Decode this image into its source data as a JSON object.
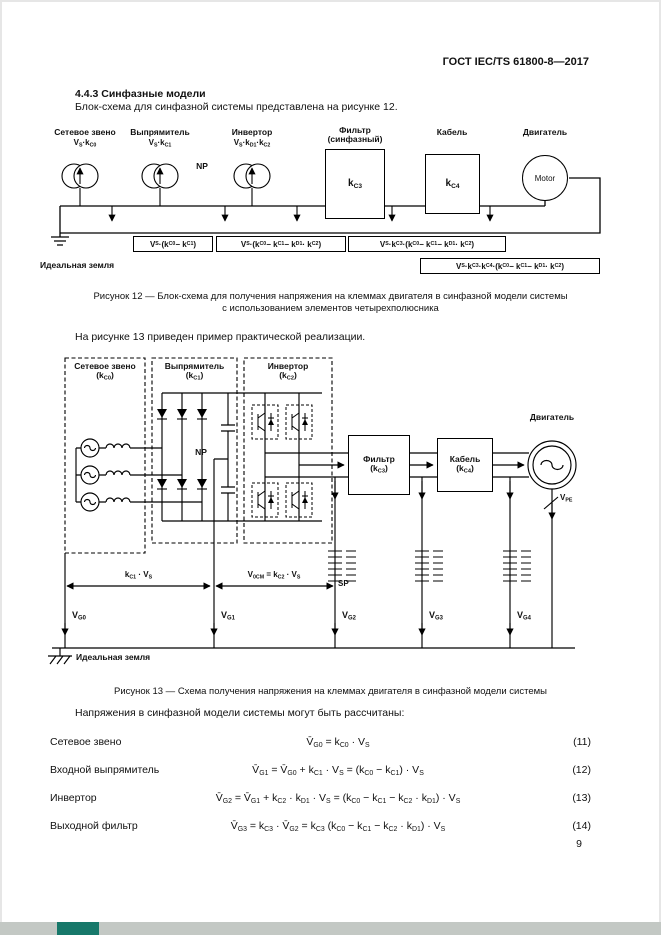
{
  "header": {
    "title": "ГОСТ IEC/TS 61800-8—2017"
  },
  "intro": {
    "heading": "4.4.3 Синфазные модели",
    "p1": "Блок-схема для синфазной системы представлена на рисунке 12.",
    "p2": "На рисунке 13 приведен пример практической реализации.",
    "p3": "Напряжения в синфазной модели системы могут быть рассчитаны:"
  },
  "fig12": {
    "labels": {
      "source_title": "Сетевое звено",
      "source_v": "V[S]·k[C0]",
      "rect_title": "Выпрямитель",
      "rect_v": "V[S]·k[C1]",
      "inv_title": "Инвертор",
      "inv_v": "V[S]·k[D1]·k[C2]",
      "np": "NP",
      "filter_t1": "Фильтр",
      "filter_t2": "(синфазный)",
      "filter_k": "k[C3]",
      "cable_title": "Кабель",
      "cable_k": "k[C4]",
      "motor_title": "Двигатель",
      "motor_text": "Motor",
      "ground": "Идеальная земля"
    },
    "formula_boxes": [
      "V[S]·(k[C0] − k[C1])",
      "V[S]·(k[C0] − k[C1] − k[D1] · k[C2])",
      "V[S]·k[C3]·(k[C0] − k[C1] − k[D1] · k[C2])",
      "V[S]·k[C3]·k[C4]·(k[C0] − k[C1] − k[D1] · k[C2])"
    ],
    "caption1": "Рисунок 12 — Блок-схема для получения напряжения на клеммах двигателя в синфазной модели системы",
    "caption2": "с использованием элементов четырехполюсника"
  },
  "fig13": {
    "labels": {
      "src_t1": "Сетевое звено",
      "src_t2": "(k[C0])",
      "rect_t1": "Выпрямитель",
      "rect_t2": "(k[C1])",
      "inv_t1": "Инвертор",
      "inv_t2": "(k[C2])",
      "np": "NP",
      "filter_t1": "Фильтр",
      "filter_t2": "(k[C3])",
      "cable_t1": "Кабель",
      "cable_t2": "(k[C4])",
      "motor": "Двигатель",
      "vpe": "V[PE]",
      "dim1": "k[C1] · V[S]",
      "dim2": "V[0CM] = k[C2] · V[S]",
      "sp": "SP",
      "vg0": "V[G0]",
      "vg1": "V[G1]",
      "vg2": "V[G2]",
      "vg3": "V[G3]",
      "vg4": "V[G4]",
      "ground": "Идеальная земля"
    },
    "caption": "Рисунок 13 — Схема получения напряжения на клеммах двигателя в синфазной модели системы"
  },
  "equations": [
    {
      "label": "Сетевое звено",
      "formula": "V̄[G0] = k[C0] · V[S]",
      "num": "(11)"
    },
    {
      "label": "Входной выпрямитель",
      "formula": "V̄[G1] = V̄[G0] + k[C1] · V[S] = (k[C0] − k[C1]) · V[S]",
      "num": "(12)"
    },
    {
      "label": "Инвертор",
      "formula": "V̄[G2] = V̄[G1] + k[C2] · k[D1] · V[S] = (k[C0] − k[C1] − k[C2] · k[D1]) · V[S]",
      "num": "(13)"
    },
    {
      "label": "Выходной фильтр",
      "formula": "V̄[G3] = k[C3] · V̄[G2] = k[C3] (k[C0] − k[C1] − k[C2] · k[D1]) · V[S]",
      "num": "(14)"
    }
  ],
  "footer": {
    "page_number": "9"
  }
}
